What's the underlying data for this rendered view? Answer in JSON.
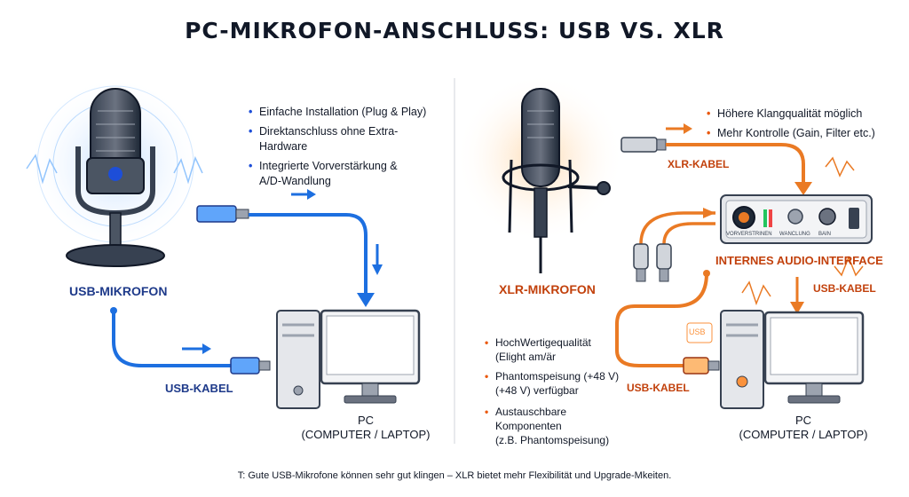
{
  "title": "PC-MIKROFON-ANSCHLUSS: USB VS. XLR",
  "usb": {
    "mic_label": "USB-MIKROFON",
    "cable_label": "USB-KABEL",
    "bullets": [
      "Einfache Installation (Plug & Play)",
      "Direktanschluss ohne Extra-Hardware",
      "Integrierte Vorverstärkung &",
      "A/D-Wandlung"
    ],
    "pc_label_1": "PC",
    "pc_label_2": "(COMPUTER / LAPTOP)"
  },
  "xlr": {
    "mic_label": "XLR-MIKROFON",
    "xlr_cable_label": "XLR-KABEL",
    "interface_label": "INTERNES AUDIO-INTERFACE",
    "usb_cable_label_top": "USB-KABEL",
    "usb_cable_label_bottom": "USB-KABEL",
    "top_bullets": [
      "Höhere Klangqualität möglich",
      "Mehr Kontrolle (Gain, Filter etc.)"
    ],
    "bottom_bullets": [
      "HochWertigequalität",
      "(Elight am/är",
      "Phantomspeisung (+48 V)",
      "(+48 V) verfügbar",
      "Austauschbare Komponenten",
      "(z.B. Phantomspeisung)"
    ],
    "interface_knob_labels": [
      "VORVERSTRINEN",
      "WANCLUNG",
      "BAIN"
    ],
    "usb_badge": "USB",
    "pc_label_1": "PC",
    "pc_label_2": "(COMPUTER / LAPTOP)"
  },
  "footer": "T: Gute USB-Mikrofone können sehr gut klingen – XLR bietet mehr Flexibilität und Upgrade-Mkeiten.",
  "colors": {
    "blue": "#1d6fe0",
    "orange": "#ea7a24",
    "dark": "#1f2937",
    "device_gray": "#e5e7eb"
  }
}
